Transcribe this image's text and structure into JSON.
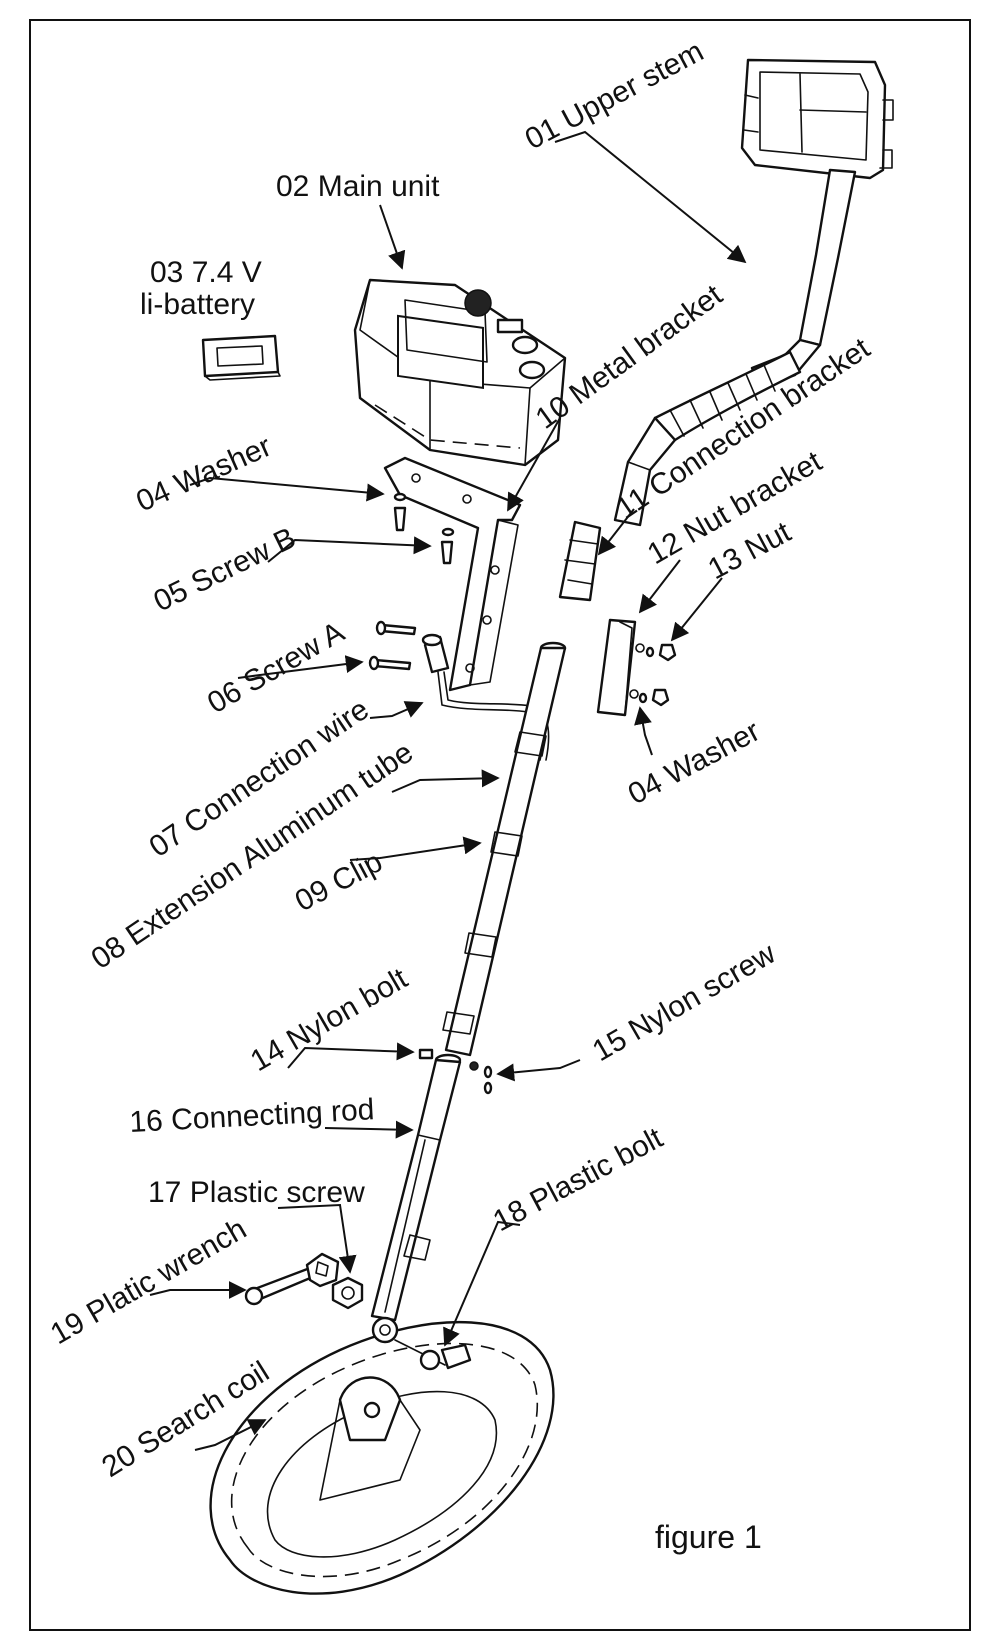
{
  "figure": {
    "caption": "figure 1",
    "border_color": "#111111",
    "background": "#ffffff"
  },
  "labels": {
    "p01": "01 Upper stem",
    "p02": "02 Main unit",
    "p03_line1": "03  7.4 V",
    "p03_line2": "li-battery",
    "p04a": "04 Washer",
    "p05": "05 Screw B",
    "p06": "06 Screw A",
    "p07": "07 Connection wire",
    "p08": "08 Extension Aluminum tube",
    "p09": "09 Clip",
    "p10": "10 Metal bracket",
    "p11": "11 Connection bracket",
    "p12": "12 Nut bracket",
    "p13": "13 Nut",
    "p04b": "04 Washer",
    "p14": "14 Nylon bolt",
    "p15": "15 Nylon screw",
    "p16": "16 Connecting rod",
    "p17": "17 Plastic screw",
    "p18": "18 Plastic bolt",
    "p19": "19 Platic wrench",
    "p20": "20 Search coil"
  }
}
